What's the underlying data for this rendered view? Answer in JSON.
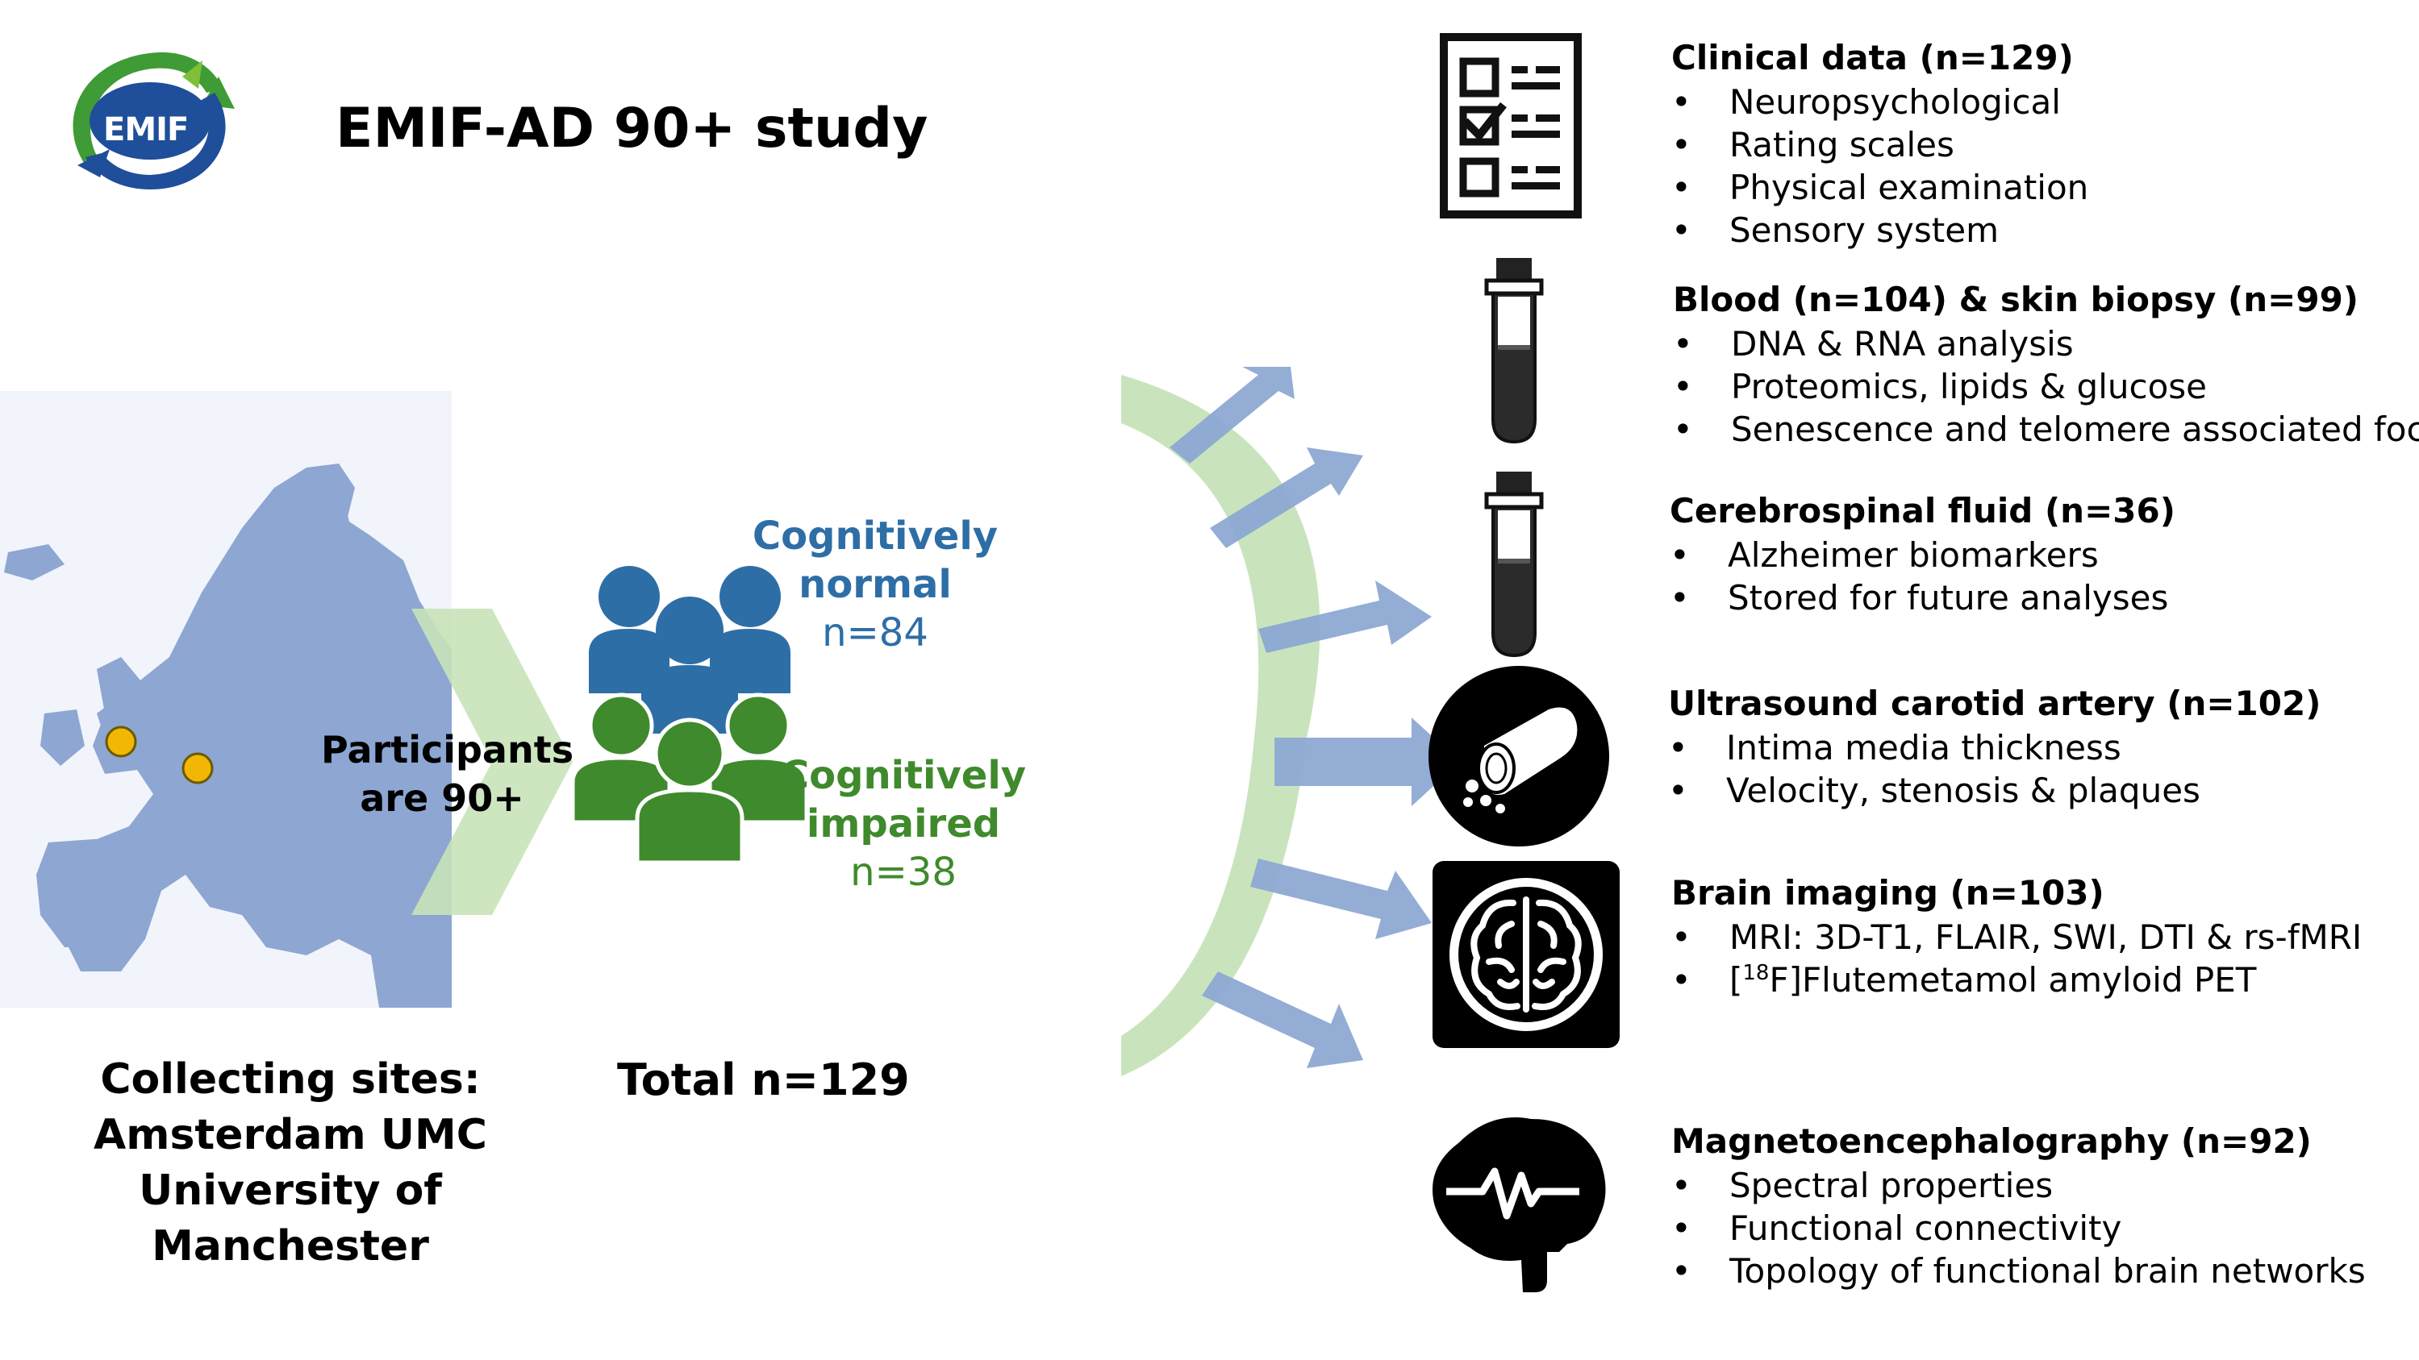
{
  "logo": {
    "text": "EMIF"
  },
  "title": "EMIF-AD 90+ study",
  "left": {
    "participants_line1": "Participants",
    "participants_line2": "are 90+",
    "normal": {
      "line1": "Cognitively",
      "line2": "normal",
      "count": "n=84",
      "color": "#2e6ea6"
    },
    "impaired": {
      "line1": "Cognitively",
      "line2": "impaired",
      "count": "n=38",
      "color": "#3f8a2c"
    },
    "sites": {
      "line1": "Collecting sites:",
      "line2": "Amsterdam UMC",
      "line3": "University of Manchester"
    },
    "total": "Total n=129"
  },
  "colors": {
    "map": "#8da6d2",
    "chevron": "#c8e3b8",
    "arc": "#c9e4bd",
    "arrow": "#8ea9d3",
    "site_dot": "#f2b705"
  },
  "bullet_char": "•",
  "sections": [
    {
      "icon": "checklist-icon",
      "title": "Clinical data (n=129)",
      "items": [
        "Neuropsychological",
        "Rating scales",
        "Physical examination",
        "Sensory system"
      ]
    },
    {
      "icon": "blood-tube-icon",
      "title": "Blood (n=104) & skin biopsy (n=99)",
      "items": [
        "DNA & RNA analysis",
        "Proteomics, lipids & glucose",
        "Senescence and telomere associated foci"
      ]
    },
    {
      "icon": "csf-tube-icon",
      "title": "Cerebrospinal fluid (n=36)",
      "items": [
        "Alzheimer biomarkers",
        "Stored for future analyses"
      ]
    },
    {
      "icon": "artery-icon",
      "title": "Ultrasound carotid artery (n=102)",
      "items": [
        "Intima media thickness",
        "Velocity, stenosis & plaques"
      ]
    },
    {
      "icon": "brain-scan-icon",
      "title": "Brain imaging (n=103)",
      "items": [
        "MRI: 3D-T1, FLAIR, SWI, DTI & rs-fMRI"
      ],
      "pet": {
        "open": "[",
        "sup": "18",
        "rest": "F]Flutemetamol amyloid PET"
      }
    },
    {
      "icon": "brain-wave-icon",
      "title": "Magnetoencephalography (n=92)",
      "items": [
        "Spectral properties",
        "Functional connectivity",
        "Topology of functional brain networks"
      ]
    }
  ]
}
